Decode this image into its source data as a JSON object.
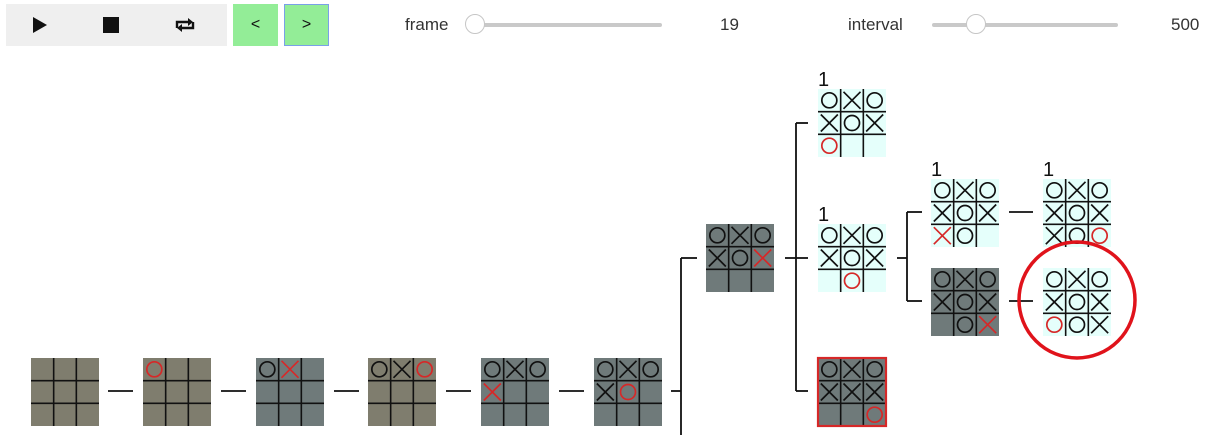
{
  "toolbar": {
    "play": "play-icon",
    "stop": "stop-icon",
    "loop": "loop-icon",
    "prev_label": "<",
    "next_label": ">",
    "frame_label": "frame",
    "frame_value": "19",
    "interval_label": "interval",
    "interval_value": "500"
  },
  "colors": {
    "cell_olive": "#7f7d6e",
    "cell_slate": "#6f7a7a",
    "cell_light": "#e5fffb",
    "mark": "#111111",
    "new_mark": "#d62828",
    "highlight_circle": "#e0131b",
    "prev_next_bg": "#93ed97"
  },
  "tree": {
    "nodes": [
      {
        "id": "n0",
        "cells": [
          "",
          "",
          "",
          "",
          "",
          "",
          "",
          "",
          ""
        ],
        "new": -1,
        "bg": "olive",
        "score": ""
      },
      {
        "id": "n1",
        "cells": [
          "O",
          "",
          "",
          "",
          "",
          "",
          "",
          "",
          ""
        ],
        "new": 0,
        "bg": "olive",
        "score": ""
      },
      {
        "id": "n2",
        "cells": [
          "O",
          "X",
          "",
          "",
          "",
          "",
          "",
          "",
          ""
        ],
        "new": 1,
        "bg": "slate",
        "score": ""
      },
      {
        "id": "n3",
        "cells": [
          "O",
          "X",
          "O",
          "",
          "",
          "",
          "",
          "",
          ""
        ],
        "new": 2,
        "bg": "olive",
        "score": ""
      },
      {
        "id": "n4",
        "cells": [
          "O",
          "X",
          "O",
          "X",
          "",
          "",
          "",
          "",
          ""
        ],
        "new": 3,
        "bg": "slate",
        "score": ""
      },
      {
        "id": "n5",
        "cells": [
          "O",
          "X",
          "O",
          "X",
          "O",
          "",
          "",
          "",
          ""
        ],
        "new": 4,
        "bg": "slate",
        "score": ""
      },
      {
        "id": "n6",
        "cells": [
          "O",
          "X",
          "O",
          "X",
          "O",
          "X",
          "",
          "",
          ""
        ],
        "new": 5,
        "bg": "slate",
        "score": ""
      },
      {
        "id": "n7",
        "cells": [
          "O",
          "X",
          "O",
          "X",
          "O",
          "X",
          "O",
          "",
          ""
        ],
        "new": 6,
        "bg": "light",
        "score": "1"
      },
      {
        "id": "n8",
        "cells": [
          "O",
          "X",
          "O",
          "X",
          "O",
          "X",
          "",
          "O",
          ""
        ],
        "new": 7,
        "bg": "light",
        "score": "1"
      },
      {
        "id": "n9",
        "cells": [
          "O",
          "X",
          "O",
          "X",
          "X",
          "X",
          "",
          "",
          "O"
        ],
        "new": 8,
        "bg": "slate",
        "score": "",
        "selected": true
      },
      {
        "id": "n10",
        "cells": [
          "O",
          "X",
          "O",
          "X",
          "O",
          "X",
          "X",
          "O",
          ""
        ],
        "new": 6,
        "bg": "light",
        "score": "1"
      },
      {
        "id": "n11",
        "cells": [
          "O",
          "X",
          "O",
          "X",
          "O",
          "X",
          "",
          "O",
          "X"
        ],
        "new": 8,
        "bg": "slate",
        "score": ""
      },
      {
        "id": "n12",
        "cells": [
          "O",
          "X",
          "O",
          "X",
          "O",
          "X",
          "X",
          "O",
          "O"
        ],
        "new": 8,
        "bg": "light",
        "score": "1"
      },
      {
        "id": "n13",
        "cells": [
          "O",
          "X",
          "O",
          "X",
          "O",
          "X",
          "O",
          "O",
          "X"
        ],
        "new": 6,
        "bg": "light",
        "score": "",
        "highlighted": true
      }
    ]
  }
}
